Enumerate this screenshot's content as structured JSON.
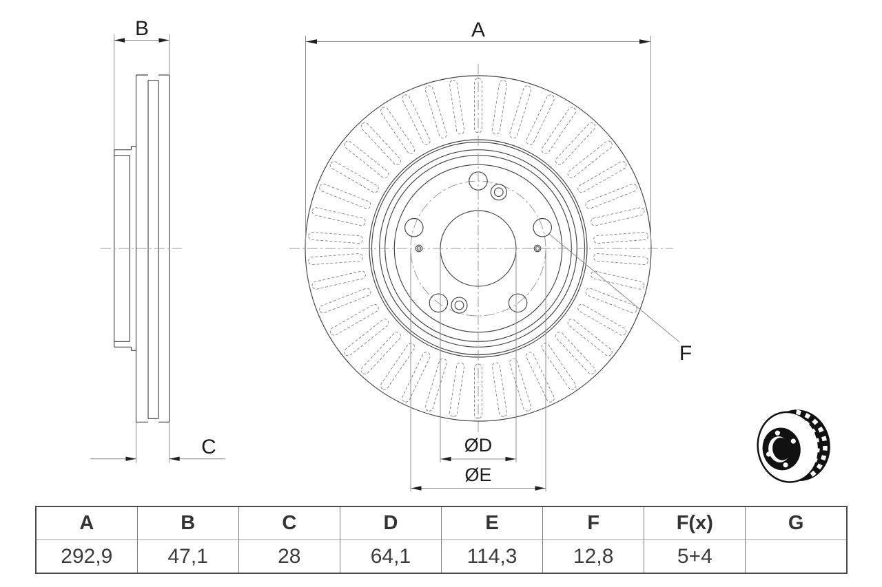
{
  "drawing": {
    "dim_labels": {
      "A": "A",
      "B": "B",
      "C": "C",
      "F": "F",
      "D": "ØD",
      "E": "ØE"
    },
    "views": {
      "side_view": "brake-disc-cross-section",
      "front_view": "brake-disc-front",
      "icon": "vented-brake-disc-pictogram"
    },
    "vent_slot_count": 42,
    "bolt_hole_count": "5+4"
  },
  "table": {
    "headers": [
      "A",
      "B",
      "C",
      "D",
      "E",
      "F",
      "F(x)",
      "G"
    ],
    "values": [
      "292,9",
      "47,1",
      "28",
      "64,1",
      "114,3",
      "12,8",
      "5+4",
      ""
    ]
  },
  "colors": {
    "object_line": "#414141",
    "dimension_line": "#8c8c8c",
    "arrow": "#1f1f1f",
    "hidden_line": "#8a8a8a",
    "centerline": "#9a9a9a",
    "text": "#1c1c1c",
    "table_border": "#4a4a4a",
    "icon_fill": "#111111",
    "background": "#ffffff"
  }
}
